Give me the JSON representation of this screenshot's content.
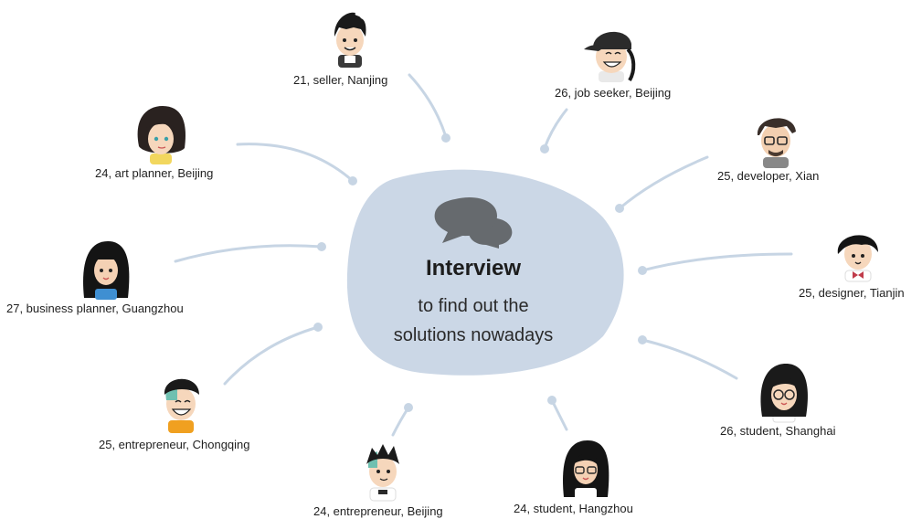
{
  "center": {
    "title": "Interview",
    "subtitle_line1": "to find out the",
    "subtitle_line2": "solutions nowadays",
    "icon": "speech-bubbles-icon"
  },
  "colors": {
    "blob": "#cbd7e6",
    "connector": "#c7d5e4",
    "bubble": "#666a6e",
    "text": "#1f1f1f"
  },
  "people": [
    {
      "label": "21, seller, Nanjing",
      "icon": "avatar-young-man-icon"
    },
    {
      "label": "26, job seeker, Beijing",
      "icon": "avatar-cap-man-icon"
    },
    {
      "label": "24, art planner, Beijing",
      "icon": "avatar-woman-bob-icon"
    },
    {
      "label": "25, developer, Xian",
      "icon": "avatar-glasses-man-icon"
    },
    {
      "label": "27, business planner, Guangzhou",
      "icon": "avatar-long-hair-woman-icon"
    },
    {
      "label": "25, designer, Tianjin",
      "icon": "avatar-bowtie-man-icon"
    },
    {
      "label": "25, entrepreneur, Chongqing",
      "icon": "avatar-smiling-man-icon"
    },
    {
      "label": "26, student, Shanghai",
      "icon": "avatar-glasses-woman-icon"
    },
    {
      "label": "24, entrepreneur, Beijing",
      "icon": "avatar-spiky-man-icon"
    },
    {
      "label": "24, student, Hangzhou",
      "icon": "avatar-student-woman-icon"
    }
  ]
}
